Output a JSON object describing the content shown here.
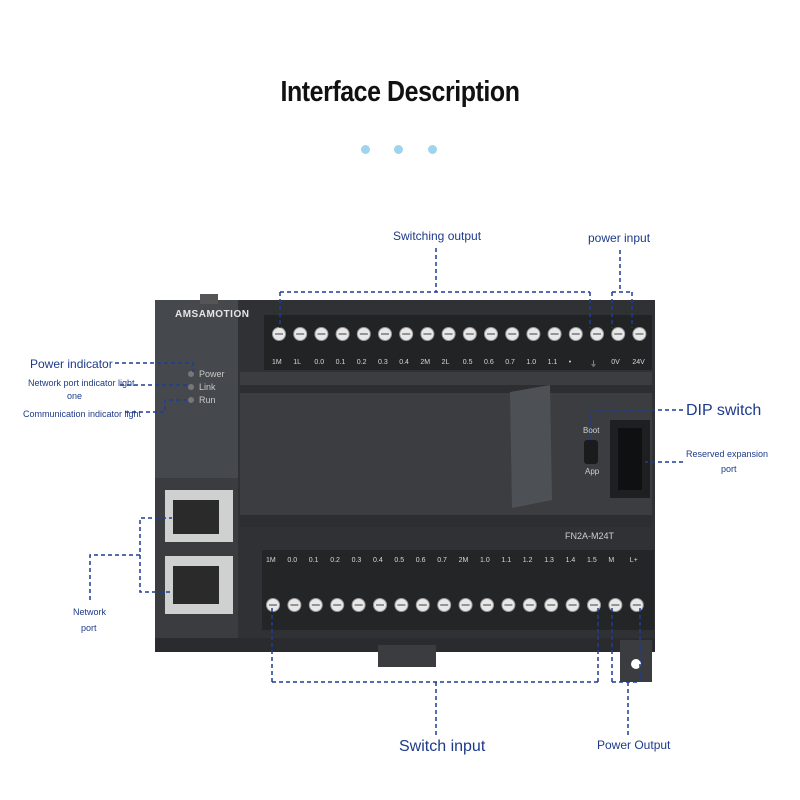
{
  "title": "Interface Description",
  "brand": "AMSAMOTION",
  "model": "FN2A-M24T",
  "labels": {
    "switching_output": "Switching output",
    "power_input": "power input",
    "power_indicator": "Power indicator",
    "network_indicator_line1": "Network port indicator light",
    "network_indicator_line2": "one",
    "communication_indicator": "Communication indicator light",
    "dip_switch": "DIP switch",
    "expansion_line1": "Reserved expansion",
    "expansion_line2": "port",
    "network_port_line1": "Network",
    "network_port_line2": "port",
    "switch_input": "Switch input",
    "power_output": "Power Output"
  },
  "leds": [
    "Power",
    "Link",
    "Run"
  ],
  "dip": {
    "top": "Boot",
    "bottom": "App"
  },
  "top_terminals": [
    "1M",
    "1L",
    "0.0",
    "0.1",
    "0.2",
    "0.3",
    "0.4",
    "2M",
    "2L",
    "0.5",
    "0.6",
    "0.7",
    "1.0",
    "1.1",
    "•",
    "⏚",
    "0V",
    "24V"
  ],
  "bottom_terminals": [
    "1M",
    "0.0",
    "0.1",
    "0.2",
    "0.3",
    "0.4",
    "0.5",
    "0.6",
    "0.7",
    "2M",
    "1.0",
    "1.1",
    "1.2",
    "1.3",
    "1.4",
    "1.5",
    "M",
    "L+"
  ],
  "colors": {
    "label": "#1d3a8a",
    "leader": "#1f3c96",
    "device": "#3d3f42",
    "accent": "#9fd3ee"
  }
}
